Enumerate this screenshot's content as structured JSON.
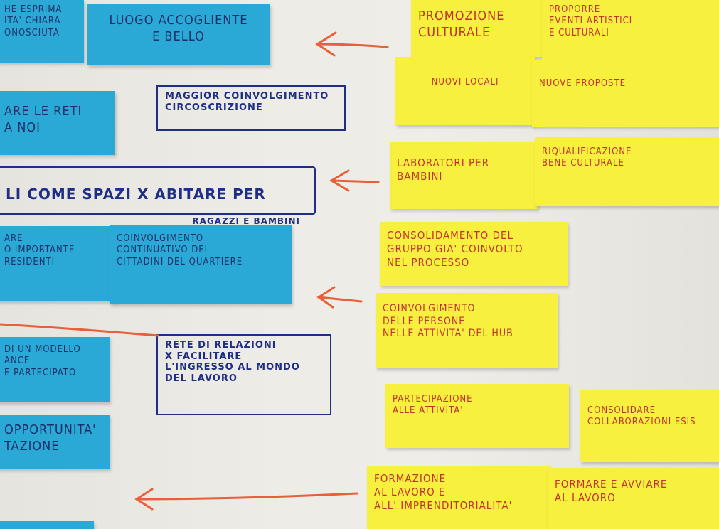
{
  "blue_notes": {
    "b1": "HE ESPRIMA\nITA' CHIARA\nONOSCIUTA",
    "b2": "LUOGO ACCOGLIENTE\nE BELLO",
    "b3": "ARE LE RETI\nA NOI",
    "b4": "ARE\nO IMPORTANTE\nRESIDENTI",
    "b5": "COINVOLGIMENTO\nCONTINUATIVO DEI\nCITTADINI DEL QUARTIERE",
    "b6": "DI UN MODELLO\nANCE\nE PARTECIPATO",
    "b7": "OPPORTUNITA'\nTAZIONE"
  },
  "handwritten": {
    "h1": "MAGGIOR COINVOLGIMENTO\nCIRCOSCRIZIONE",
    "h2a": "LI COME SPAZI X ABITARE PER",
    "h2b": "RAGAZZI E BAMBINI",
    "h3": "RETE DI RELAZIONI\nX FACILITARE\nL'INGRESSO AL MONDO\nDEL LAVORO"
  },
  "yellow_notes": {
    "y1": "PROMOZIONE\nCULTURALE",
    "y2": "PROPORRE\nEVENTI ARTISTICI\nE CULTURALI",
    "y3": "NUOVI LOCALI",
    "y4": "NUOVE PROPOSTE",
    "y5": "LABORATORI PER\nBAMBINI",
    "y6": "RIQUALIFICAZIONE\nBENE CULTURALE",
    "y7": "CONSOLIDAMENTO DEL\nGRUPPO GIA' COINVOLTO\nNEL PROCESSO",
    "y8": "COINVOLGIMENTO\nDELLE PERSONE\nNELLE ATTIVITA' DEL HUB",
    "y9": "PARTECIPAZIONE\nALLE ATTIVITA'",
    "y10": "CONSOLIDARE\nCOLLABORAZIONI ESIS",
    "y11": "FORMAZIONE\nAL LAVORO E\nALL' IMPRENDITORIALITA'",
    "y12": "FORMARE E AVVIARE\nAL LAVORO"
  },
  "colors": {
    "blue_note": "#2ba9d6",
    "yellow_note": "#f7f03e",
    "marker_red": "#c2332b",
    "marker_blue": "#1e2f85",
    "arrow_orange": "#e8603a"
  }
}
